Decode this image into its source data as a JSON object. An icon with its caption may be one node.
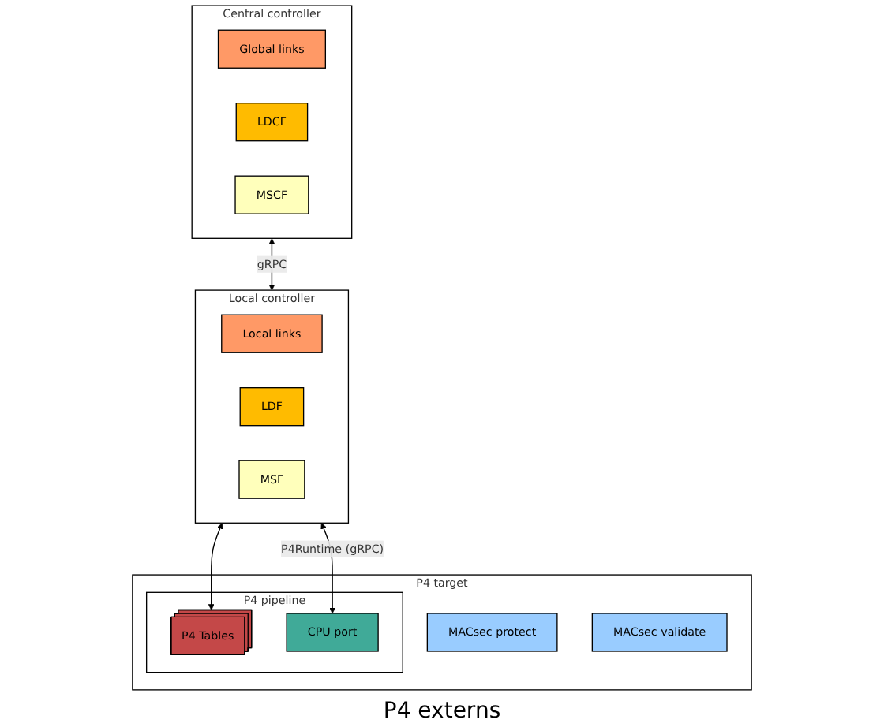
{
  "diagram": {
    "nodes": [
      {
        "text": [
          "Central controller"
        ]
      },
      {
        "text": [
          "Global links"
        ],
        "in": 0
      },
      {
        "text": [
          "LDCF"
        ],
        "in": 0
      },
      {
        "text": [
          "MSCF"
        ],
        "in": 0
      },
      {
        "text": [
          "Local controller"
        ]
      },
      {
        "text": [
          "Local links"
        ],
        "in": 4
      },
      {
        "text": [
          "LDF"
        ],
        "in": 4
      },
      {
        "text": [
          "MSF"
        ],
        "in": 4
      },
      {
        "text": [
          "P4 target"
        ]
      },
      {
        "text": [
          "P4 pipeline"
        ],
        "in": 8
      },
      {
        "text": [
          "P4 Tables"
        ],
        "in": 9
      },
      {
        "text": [
          "CPU port"
        ],
        "in": 9
      },
      {
        "text": [
          "MACsec protect"
        ],
        "in": 8
      },
      {
        "text": [
          "MACsec validate"
        ],
        "in": 8
      }
    ],
    "edges": [
      {
        "from": 0,
        "to": 4,
        "arrow": "both",
        "label": "gRPC"
      },
      {
        "from": 4,
        "to": 10,
        "arrow": "both"
      },
      {
        "from": 4,
        "to": 11,
        "arrow": "both",
        "label": "P4Runtime (gRPC)"
      }
    ],
    "labels": [
      "P4 externs"
    ]
  }
}
